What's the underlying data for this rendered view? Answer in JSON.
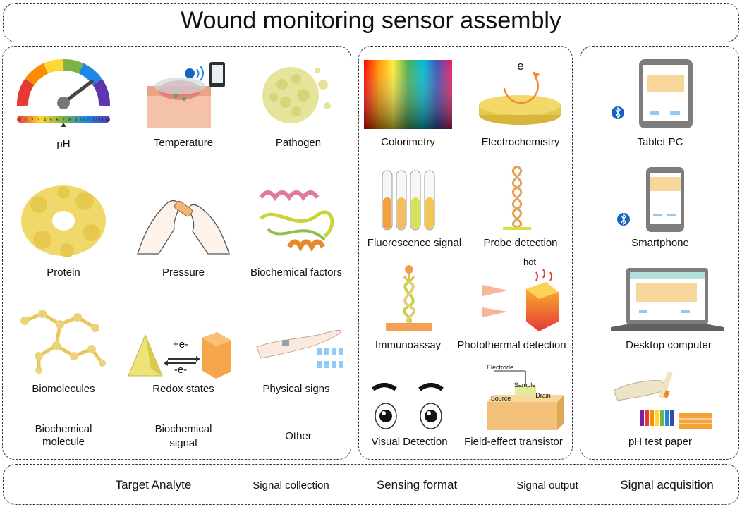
{
  "title": "Wound  monitoring sensor assembly",
  "analytes": {
    "ph": "pH",
    "temperature": "Temperature",
    "pathogen": "Pathogen",
    "protein": "Protein",
    "pressure": "Pressure",
    "biochemical_factors": "Biochemical factors",
    "biomolecules": "Biomolecules",
    "redox_states": "Redox states",
    "physical_signs": "Physical signs",
    "redox_plus": "+e-",
    "redox_minus": "-e-"
  },
  "groups": {
    "biochemical_molecule": [
      "Biochemical",
      "molecule"
    ],
    "biochemical_signal": [
      "Biochemical",
      "signal"
    ],
    "other": "Other"
  },
  "sensing": {
    "colorimetry": "Colorimetry",
    "electrochemistry": "Electrochemistry",
    "electron": "e",
    "fluorescence": "Fluorescence signal",
    "probe": "Probe detection",
    "immunoassay": "Immunoassay",
    "photothermal": "Photothermal detection",
    "hot": "hot",
    "visual": "Visual Detection",
    "fet": "Field-effect transistor",
    "electrode": "Electrode",
    "sample": "Sample",
    "source": "Source",
    "drain": "Drain"
  },
  "devices": {
    "tablet": "Tablet PC",
    "smartphone": "Smartphone",
    "desktop": "Desktop computer",
    "ph_paper": "pH test paper"
  },
  "ph_scale": [
    "0",
    "1",
    "2",
    "3",
    "4",
    "5",
    "6",
    "7",
    "8",
    "9",
    "10",
    "11",
    "12",
    "13",
    "14"
  ],
  "footer": {
    "target": "Target Analyte",
    "collection": "Signal  collection",
    "format": "Sensing format",
    "output": "Signal output",
    "acquisition": "Signal acquisition"
  },
  "colors": {
    "border": "#333333",
    "gold": "#e8c84a",
    "orange": "#f2a03a",
    "bluetooth": "#1565c0",
    "screen": "#f7d79a"
  }
}
